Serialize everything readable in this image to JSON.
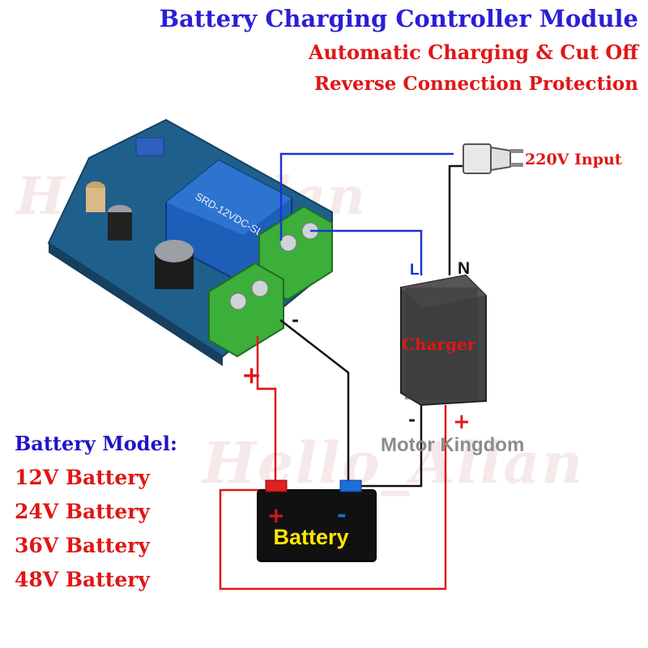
{
  "header": {
    "title": "Battery Charging Controller Module",
    "subtitle_1": "Automatic Charging & Cut Off",
    "subtitle_2": "Reverse Connection Protection"
  },
  "watermark": {
    "text_1": "Hello_Allan",
    "text_2": "Hello_Allan"
  },
  "diagram": {
    "input_label": "220V Input",
    "line_label": "L",
    "neutral_label": "N",
    "charger_label": "Charger",
    "board_minus": "-",
    "board_plus": "+",
    "charger_minus": "-",
    "charger_plus": "+",
    "brand_text": "Motor Kingdom",
    "battery": {
      "label": "Battery",
      "plus": "+",
      "minus": "-"
    },
    "board_silkscreen": "SRD-12VDC-SL-C"
  },
  "battery_models": {
    "title": "Battery Model:",
    "items": [
      "12V Battery",
      "24V Battery",
      "36V Battery",
      "48V Battery"
    ]
  },
  "colors": {
    "title": "#2a1fd6",
    "subtitle": "#e01616",
    "model_title": "#1f14c8",
    "model_items": "#e01616",
    "wire_red": "#e01616",
    "wire_blue": "#1a34d8",
    "wire_black": "#111111",
    "battery_label": "#ffe600",
    "pcb": "#1f5f8c",
    "terminal": "#3cae3a"
  }
}
